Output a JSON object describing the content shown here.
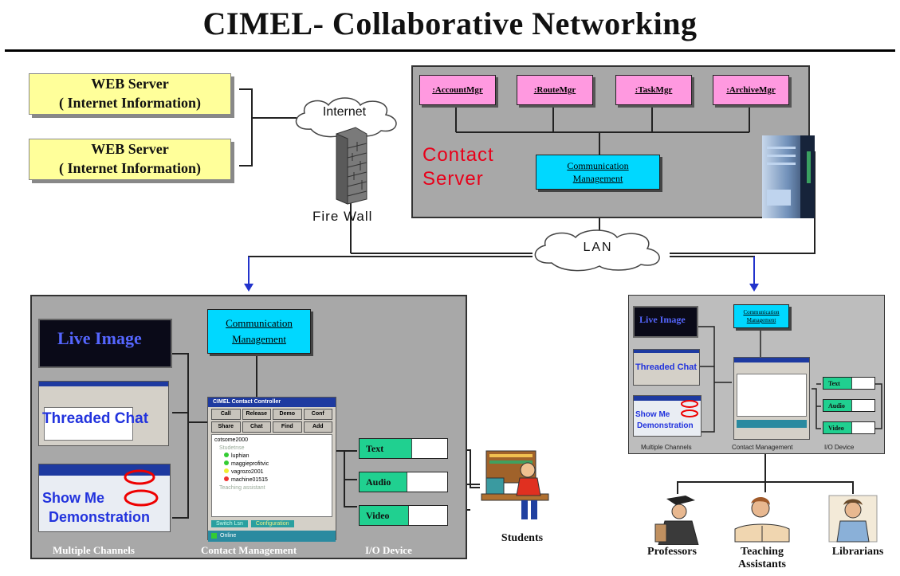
{
  "title": "CIMEL- Collaborative Networking",
  "web_servers": [
    {
      "line1": "WEB Server",
      "line2": "( Internet Information)"
    },
    {
      "line1": "WEB Server",
      "line2": "( Internet Information)"
    }
  ],
  "internet_label": "Internet",
  "firewall_label": "Fire Wall",
  "lan_label": "LAN",
  "contact_server": {
    "managers": [
      ":AccountMgr",
      ":RouteMgr",
      ":TaskMgr",
      ":ArchiveMgr"
    ],
    "label_line1": "Contact",
    "label_line2": "Server",
    "comm_line1": "Communication",
    "comm_line2": "Management"
  },
  "left_panel": {
    "comm_line1": "Communication",
    "comm_line2": "Management",
    "channels": {
      "live_image": "Live Image",
      "threaded_chat": "Threaded Chat",
      "show_me_line1": "Show Me",
      "show_me_line2": "Demonstration"
    },
    "controller": {
      "title": "CIMEL Contact Controller",
      "buttons_row1": [
        "Call",
        "Release",
        "Demo",
        "Conf"
      ],
      "buttons_row2": [
        "Share",
        "Chat",
        "Find",
        "Add"
      ],
      "root": "cotsome2000",
      "group": "Studetnse",
      "users": [
        "luphian",
        "maggieprofitvic",
        "vagrozo2001",
        "machine01515"
      ],
      "group2": "Teaching assistant",
      "footer_btn1": "Switch Lsn",
      "footer_btn2": "Configuration",
      "status": "Online"
    },
    "io": [
      "Text",
      "Audio",
      "Video"
    ],
    "bottom_labels": [
      "Multiple Channels",
      "Contact Management",
      "I/O Device"
    ]
  },
  "students_label": "Students",
  "right_panel": {
    "comm_line1": "Communication",
    "comm_line2": "Management",
    "channels": {
      "live_image": "Live Image",
      "threaded_chat": "Threaded Chat",
      "show_me_line1": "Show Me",
      "show_me_line2": "Demonstration"
    },
    "io": [
      "Text",
      "Audio",
      "Video"
    ],
    "bottom_labels": [
      "Multiple Channels",
      "Contact Management",
      "I/O Device"
    ]
  },
  "people": {
    "professors": "Professors",
    "ta_line1": "Teaching",
    "ta_line2": "Assistants",
    "librarians": "Librarians"
  }
}
